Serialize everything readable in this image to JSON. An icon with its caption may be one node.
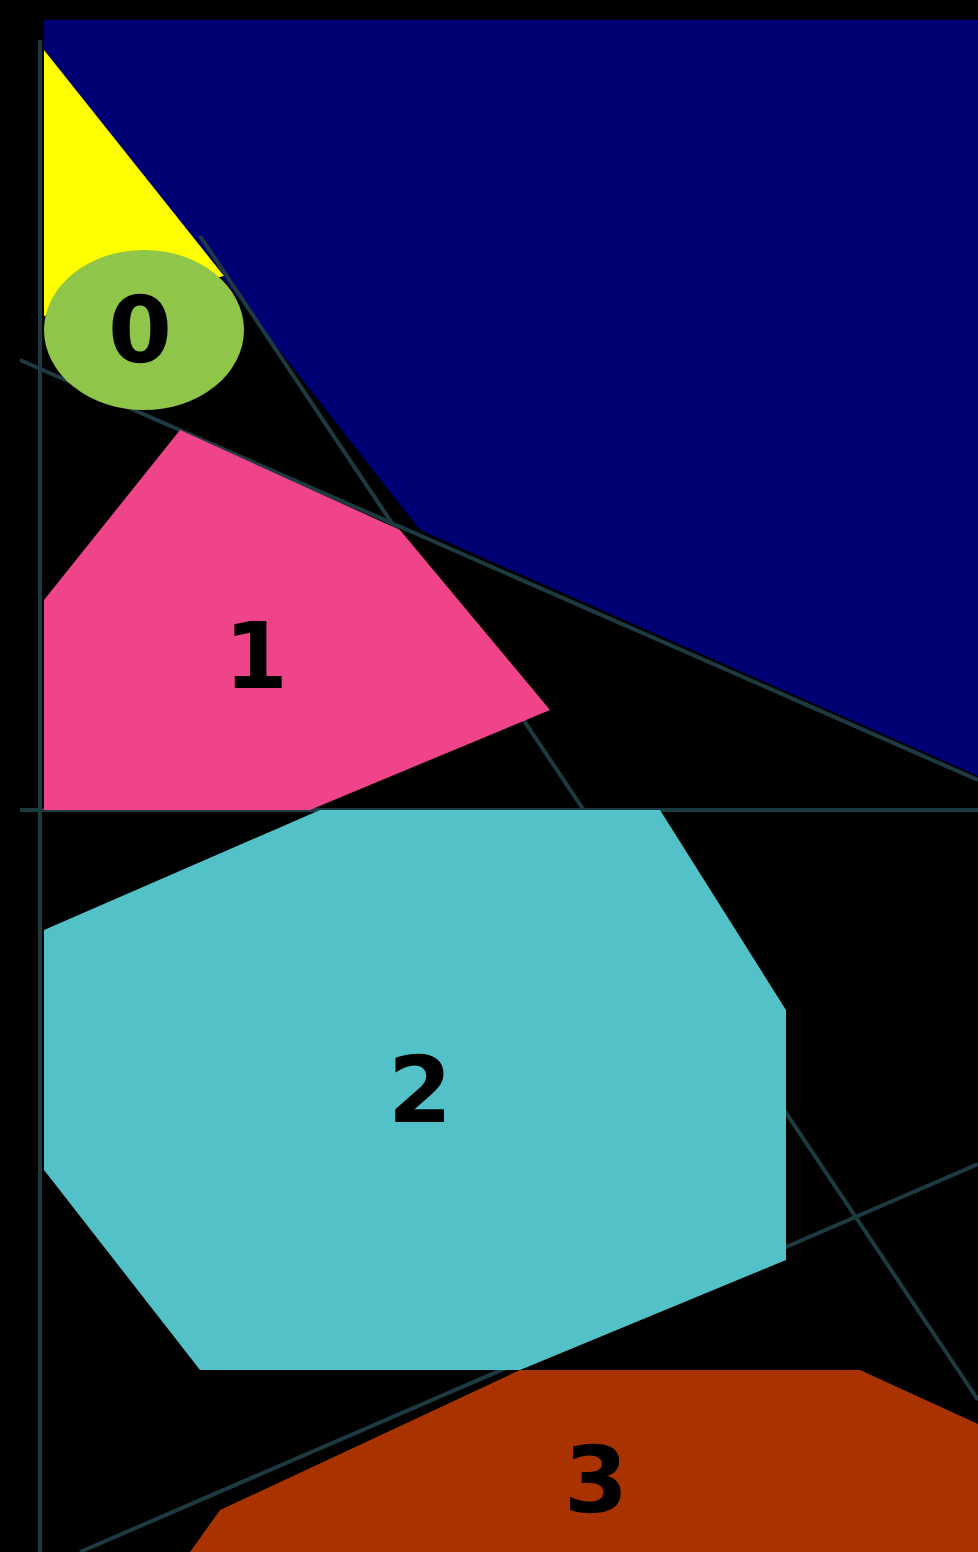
{
  "diagram": {
    "nodes": [
      {
        "text": [
          "0"
        ]
      },
      {
        "text": [
          "1"
        ]
      },
      {
        "text": [
          "2"
        ]
      },
      {
        "text": [
          "3"
        ]
      }
    ]
  }
}
